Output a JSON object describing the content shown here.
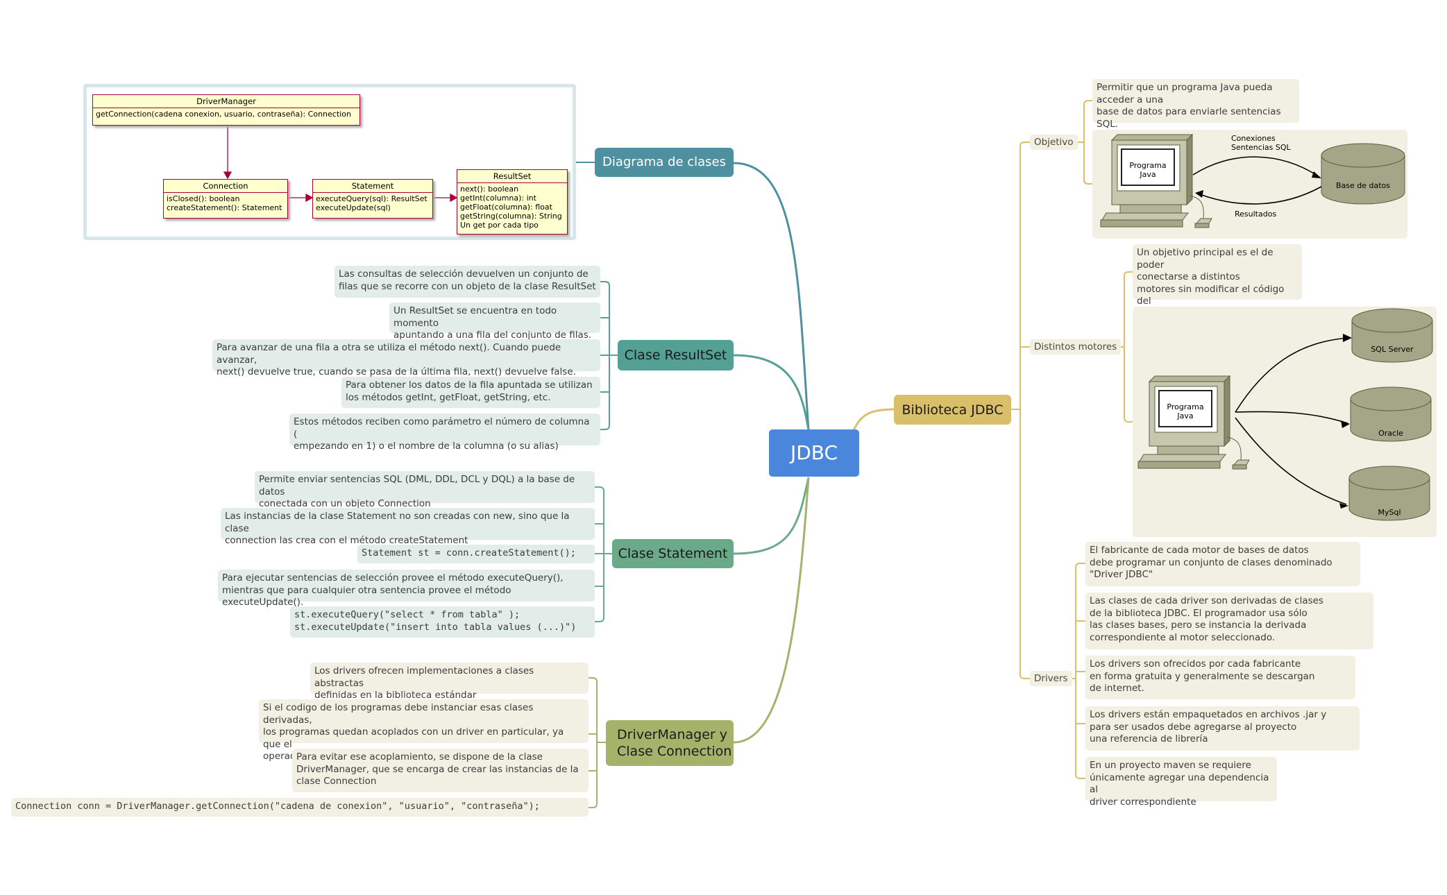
{
  "central": {
    "label": "JDBC",
    "color": "#4a86db"
  },
  "branches": {
    "diagrama": {
      "label": "Diagrama de clases",
      "color": "#4e8fa0"
    },
    "resultset": {
      "label": "Clase ResultSet",
      "color": "#55a094"
    },
    "statement": {
      "label": "Clase Statement",
      "color": "#6aaa88"
    },
    "drivermanager": {
      "label": "DriverManager y\nClase Connection",
      "color": "#a5b26a"
    },
    "biblioteca": {
      "label": "Biblioteca JDBC",
      "color": "#d9bf6a"
    }
  },
  "uml": {
    "drivermanager": {
      "name": "DriverManager",
      "members": "getConnection(cadena conexion, usuario, contraseña): Connection"
    },
    "connection": {
      "name": "Connection",
      "members": "isClosed(): boolean\ncreateStatement(): Statement"
    },
    "statement": {
      "name": "Statement",
      "members": "executeQuery(sql): ResultSet\nexecuteUpdate(sql)"
    },
    "resultset": {
      "name": "ResultSet",
      "members": "next(): boolean\ngetInt(columna): int\ngetFloat(columna): float\ngetString(columna): String\nUn get por cada tipo"
    }
  },
  "resultset_notes": [
    "Las consultas de selección devuelven un conjunto de\nfilas que se recorre con un objeto de la clase ResultSet",
    "Un ResultSet se encuentra en todo momento\napuntando a una fila del conjunto de filas.",
    "Para avanzar de una fila a otra se utiliza el método next(). Cuando puede avanzar,\nnext() devuelve true, cuando se pasa de la última fila, next() devuelve false.",
    "Para obtener los datos de la fila apuntada se utilizan\nlos métodos getInt, getFloat, getString, etc.",
    "Estos métodos reciben como parámetro el número de columna (\nempezando en 1) o el nombre de la columna (o su alias)"
  ],
  "statement_notes": [
    "Permite enviar sentencias SQL (DML, DDL, DCL y DQL) a la base de datos\nconectada con un objeto Connection",
    "Las instancias de la clase Statement no son creadas con new, sino que la clase\nconnection las crea con el método createStatement",
    "Statement st = conn.createStatement();",
    "Para ejecutar sentencias de selección provee el método executeQuery(),\nmientras que para cualquier otra sentencia provee el método executeUpdate().",
    "st.executeQuery(\"select * from tabla\" );\nst.executeUpdate(\"insert into tabla values (...)\")"
  ],
  "drivermanager_notes": [
    "Los drivers ofrecen implementaciones a clases abstractas\ndefinidas en la biblioteca estándar",
    "Si el codigo de los programas debe instanciar esas clases derivadas,\nlos programas quedan acoplados con un driver en particular, ya que el\noperador new requiere una clase concreta.",
    "Para evitar ese acoplamiento, se dispone de la clase\nDriverManager, que se encarga de crear las instancias de la\nclase Connection",
    "Connection conn = DriverManager.getConnection(\"cadena de conexion\", \"usuario\", \"contraseña\");"
  ],
  "biblioteca": {
    "objetivo": {
      "label": "Objetivo",
      "note": "Permitir que un programa Java pueda\nacceder a una\nbase de datos para enviarle sentencias SQL.",
      "figure": {
        "program": "Programa\nJava",
        "arrow_top": "Conexiones\nSentencias SQL",
        "arrow_bottom": "Resultados",
        "db": "Base de datos"
      }
    },
    "motores": {
      "label": "Distintos motores",
      "note": "Un objetivo principal es el de poder\nconectarse a distintos\nmotores sin modificar el código del\nprograma.",
      "figure": {
        "program": "Programa\nJava",
        "dbs": [
          "SQL Server",
          "Oracle",
          "MySql"
        ]
      }
    },
    "drivers": {
      "label": "Drivers",
      "notes": [
        "El fabricante de cada motor de bases de datos\ndebe programar un conjunto de clases denominado\n\"Driver JDBC\"",
        "Las clases de cada driver son derivadas de clases\nde la biblioteca JDBC. El programador usa sólo\nlas clases bases, pero se instancia la derivada\ncorrespondiente al motor seleccionado.",
        "Los drivers son ofrecidos por cada fabricante\nen forma gratuita y generalmente se descargan\nde internet.",
        "Los drivers están empaquetados en archivos .jar y\npara ser usados debe agregarse al proyecto\nuna referencia de librería",
        "En un proyecto maven se requiere\núnicamente agregar una dependencia al\ndriver correspondiente"
      ]
    }
  }
}
